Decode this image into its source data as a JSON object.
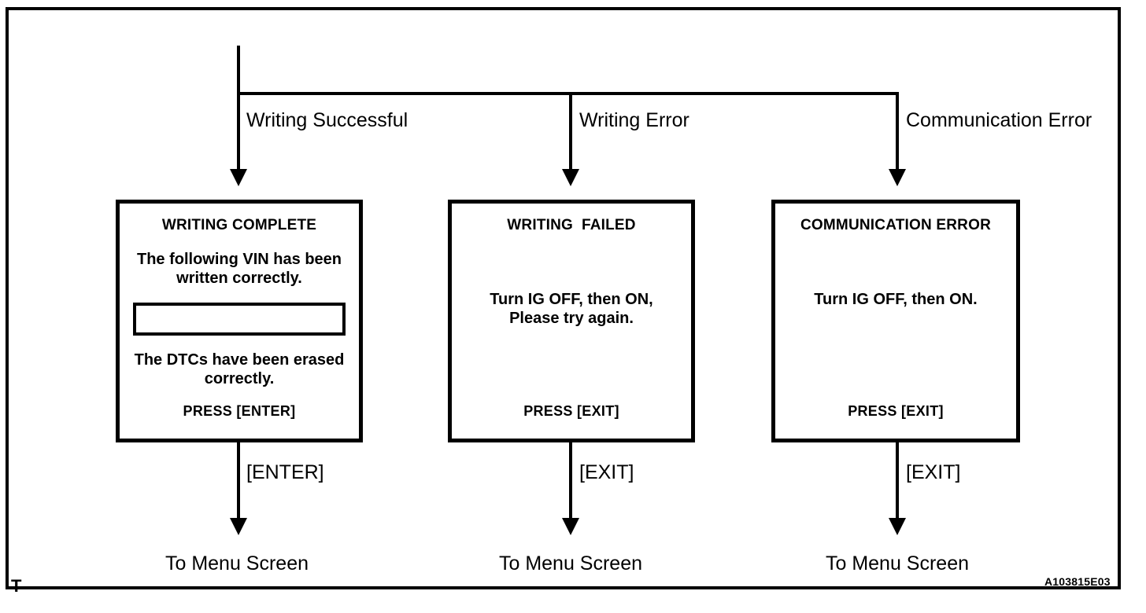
{
  "diagram": {
    "reference_code": "A103815E03",
    "corner_mark": "T",
    "colors": {
      "ink": "#000000",
      "background": "#ffffff"
    }
  },
  "branches": [
    {
      "label": "Writing Successful"
    },
    {
      "label": "Writing Error"
    },
    {
      "label": "Communication Error"
    }
  ],
  "screens": [
    {
      "title": "WRITING COMPLETE",
      "message_top": "The following VIN has been\nwritten correctly.",
      "vin_value": "",
      "message_bottom": "The DTCs have been erased\ncorrectly.",
      "press": "PRESS [ENTER]"
    },
    {
      "title": "WRITING  FAILED",
      "message": "Turn IG OFF, then ON,\nPlease try again.",
      "press": "PRESS [EXIT]"
    },
    {
      "title": "COMMUNICATION ERROR",
      "message": "Turn IG OFF, then ON.",
      "press": "PRESS [EXIT]"
    }
  ],
  "transitions": [
    {
      "key": "[ENTER]",
      "destination": "To Menu Screen"
    },
    {
      "key": "[EXIT]",
      "destination": "To Menu Screen"
    },
    {
      "key": "[EXIT]",
      "destination": "To Menu Screen"
    }
  ]
}
